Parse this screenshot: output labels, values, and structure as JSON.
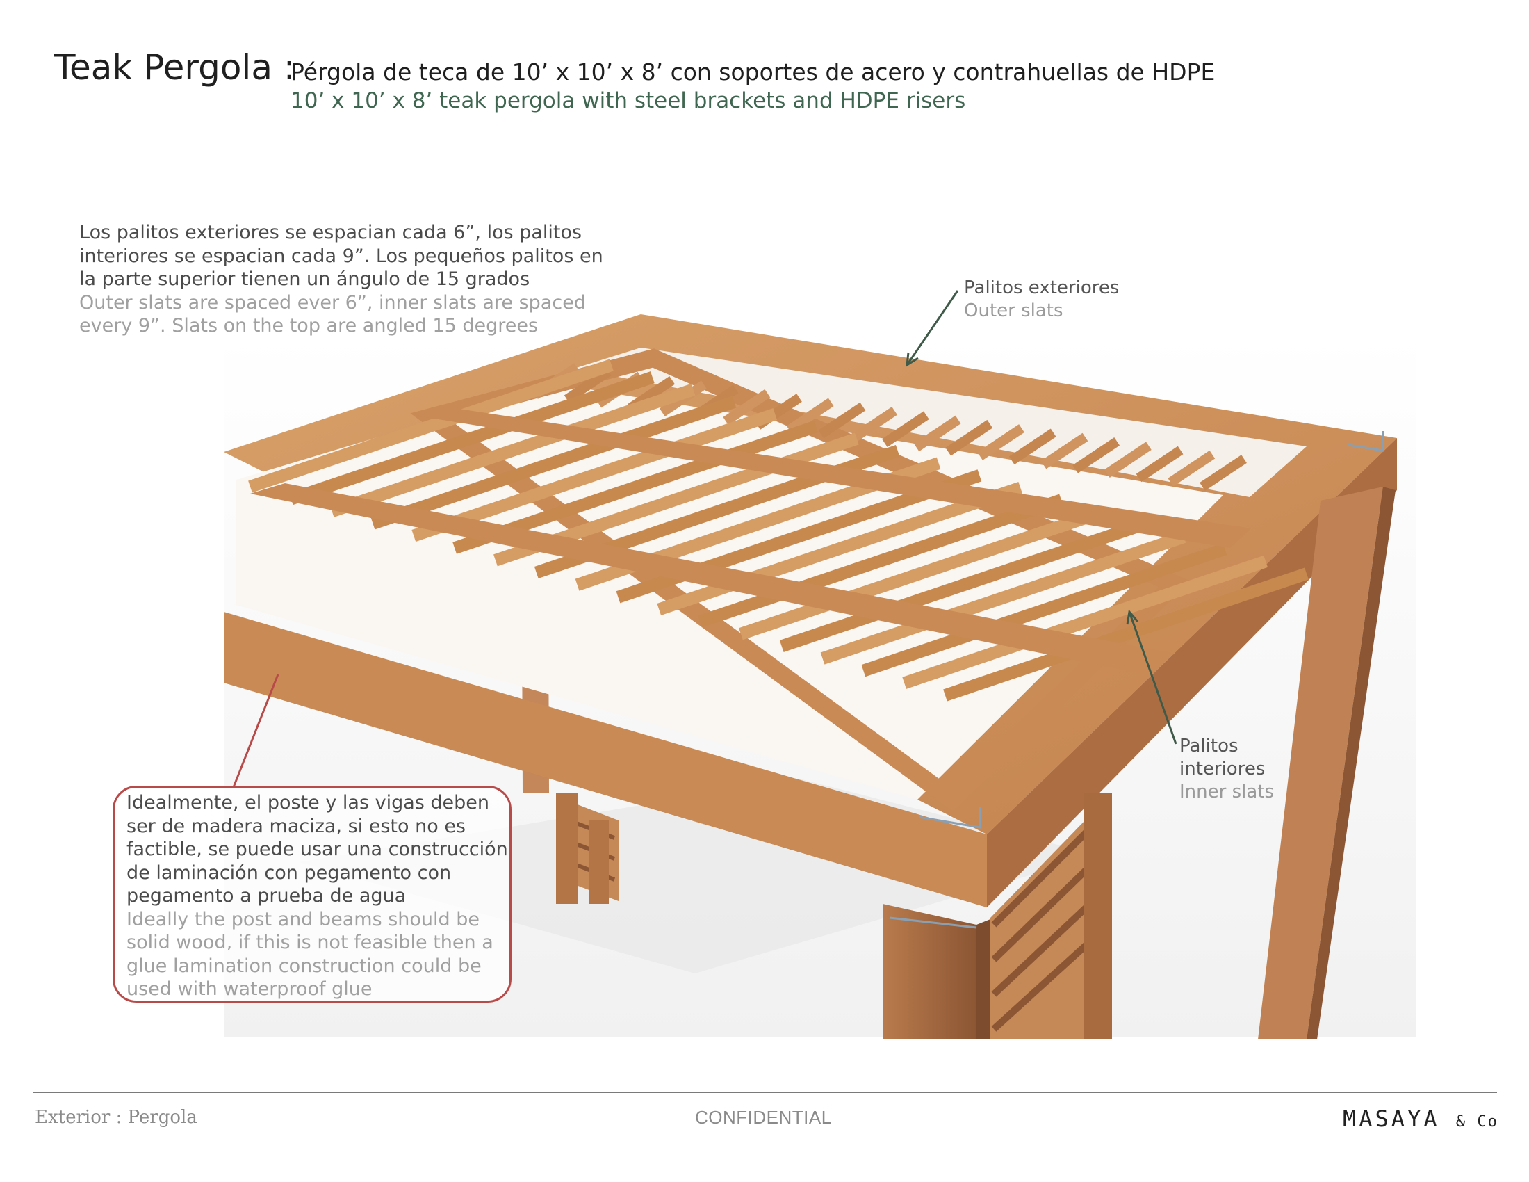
{
  "header": {
    "title": "Teak Pergola :",
    "subtitle_es": "Pérgola de teca de 10’ x 10’ x 8’ con soportes de acero y contrahuellas de HDPE",
    "subtitle_en": "10’ x 10’ x 8’ teak pergola with steel brackets and HDPE risers"
  },
  "notes": {
    "slat_spacing": {
      "es": "Los palitos exteriores se espacian cada 6”, los palitos interiores se espacian cada 9”. Los pequeños palitos en la parte superior tienen un ángulo de 15 grados",
      "en": "Outer slats are spaced ever 6”, inner slats are spaced every 9”. Slats on the top are angled 15 degrees"
    },
    "outer_slats": {
      "es": "Palitos exteriores",
      "en": "Outer slats"
    },
    "inner_slats": {
      "es_line1": "Palitos",
      "es_line2": "interiores",
      "en": "Inner slats"
    },
    "post_beams": {
      "es": "Idealmente, el poste y las vigas deben ser de madera maciza, si esto no es factible, se puede usar una construcción de laminación con pegamento con pegamento a prueba de agua",
      "en": "Ideally the post and beams should be solid wood, if this is not feasible then a glue lamination construction could be used with waterproof glue"
    }
  },
  "colors": {
    "green_arrow": "#3f5a49",
    "red_callout": "#b84a49",
    "wood_light": "#d39a64",
    "wood_mid": "#b9784a",
    "wood_dark": "#8c5634"
  },
  "footer": {
    "left": "Exterior : Pergola",
    "center": "CONFIDENTIAL",
    "logo": "MASAYA",
    "logo_amp": "& Co"
  }
}
